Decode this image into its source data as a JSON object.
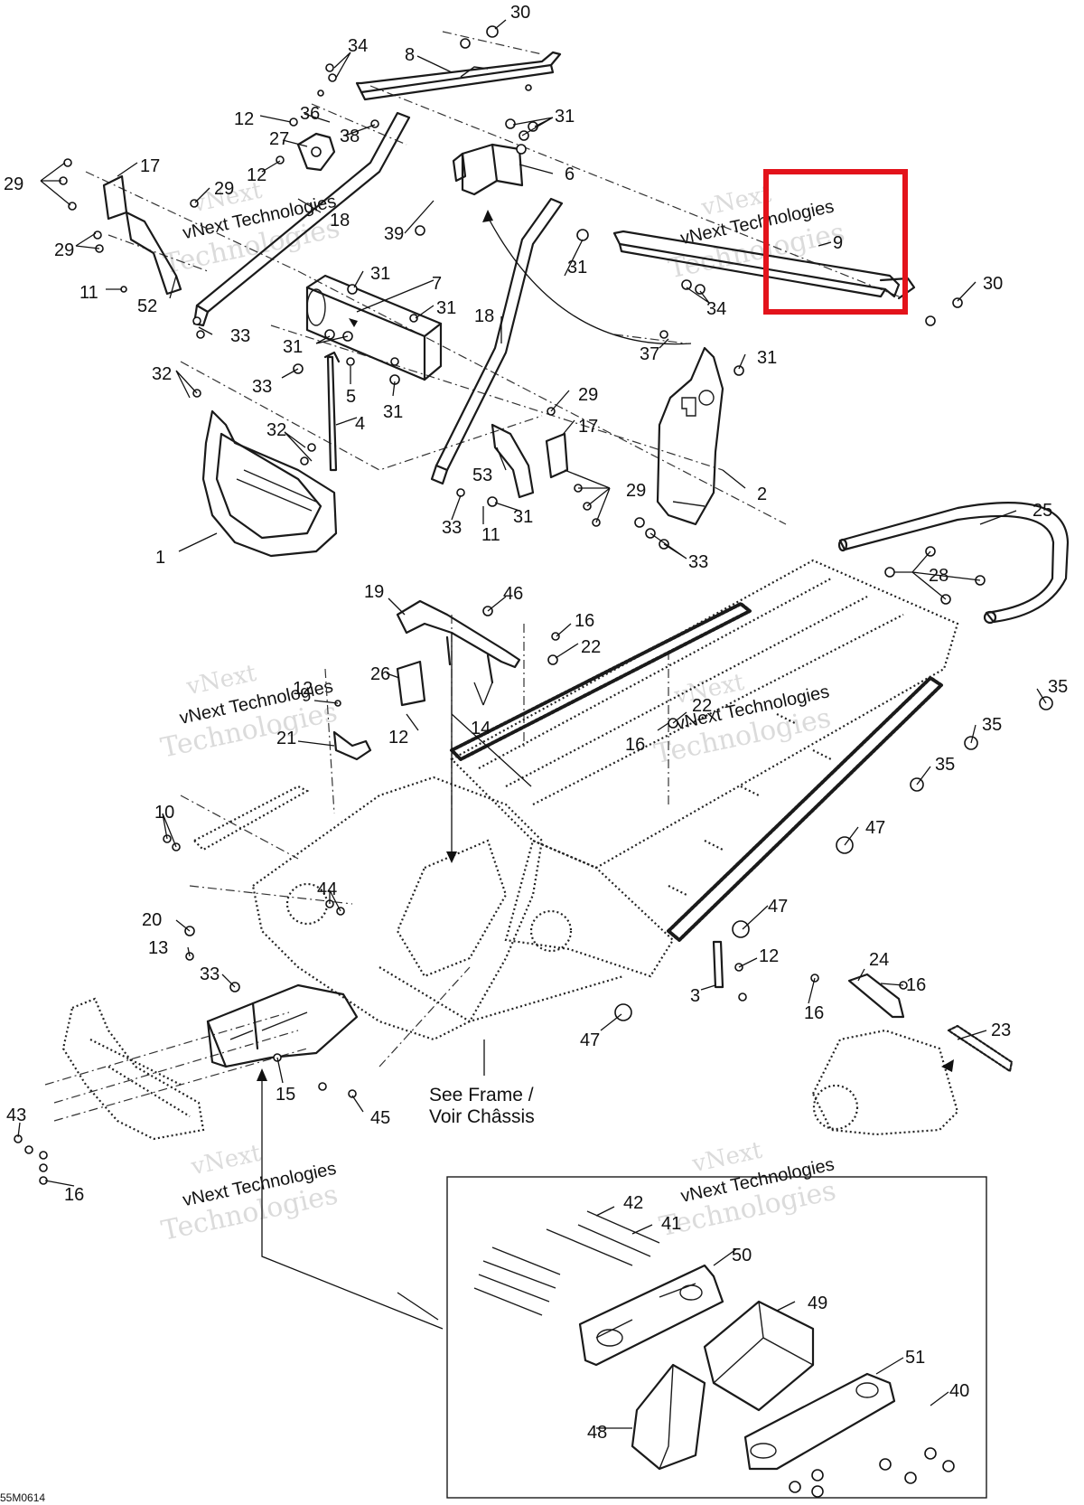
{
  "drawing_code": "55M0614",
  "frame_note": {
    "line1": "See Frame /",
    "line2": "Voir Châssis"
  },
  "watermark": {
    "line1": "vNext",
    "line2": "vNext Technologies",
    "line3": "Technologies"
  },
  "highlight": {
    "target_callout": "9",
    "color": "#e3131b"
  },
  "callouts": {
    "c30a": "30",
    "c34a": "34",
    "c8": "8",
    "c31a": "31",
    "c12a": "12",
    "c36": "36",
    "c27": "27",
    "c38": "38",
    "c12b": "12",
    "c6": "6",
    "c29a": "29",
    "c17a": "17",
    "c29b": "29",
    "c18a": "18",
    "c39": "39",
    "c31b": "31",
    "c29c": "29",
    "c9": "9",
    "c30b": "30",
    "c34b": "34",
    "c11a": "11",
    "c52": "52",
    "c31c": "31",
    "c7": "7",
    "c31d": "31",
    "c33a": "33",
    "c31e": "31",
    "c18b": "18",
    "c37": "37",
    "c31f": "31",
    "c32a": "32",
    "c33b": "33",
    "c5": "5",
    "c31g": "31",
    "c4": "4",
    "c29d": "29",
    "c17b": "17",
    "c32b": "32",
    "c53": "53",
    "c2": "2",
    "c29e": "29",
    "c31h": "31",
    "c33c": "33",
    "c11b": "11",
    "c1": "1",
    "c33d": "33",
    "c25": "25",
    "c28": "28",
    "c19": "19",
    "c46": "46",
    "c16a": "16",
    "c22a": "22",
    "c35a": "35",
    "c26": "26",
    "c12c": "12",
    "c12d": "12",
    "c14": "14",
    "c22b": "22",
    "c16b": "16",
    "c35b": "35",
    "c21": "21",
    "c35c": "35",
    "c10": "10",
    "c47a": "47",
    "c44": "44",
    "c47b": "47",
    "c20": "20",
    "c12e": "12",
    "c24": "24",
    "c13": "13",
    "c33e": "33",
    "c3": "3",
    "c16c": "16",
    "c16d": "16",
    "c23": "23",
    "c47c": "47",
    "c15": "15",
    "c45": "45",
    "c43": "43",
    "c16e": "16",
    "c42": "42",
    "c41": "41",
    "c50": "50",
    "c49": "49",
    "c51": "51",
    "c40": "40",
    "c48": "48"
  }
}
